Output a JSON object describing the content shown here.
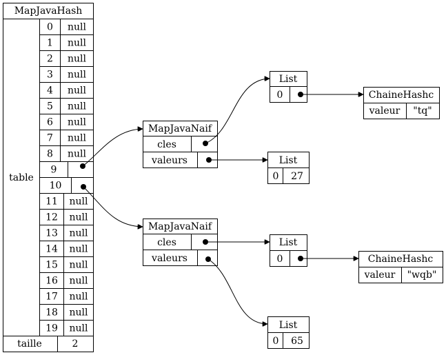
{
  "hashmap": {
    "title": "MapJavaHash",
    "table_label": "table",
    "size_label": "taille",
    "size_value": "2",
    "slots": [
      {
        "index": "0",
        "value": "null"
      },
      {
        "index": "1",
        "value": "null"
      },
      {
        "index": "2",
        "value": "null"
      },
      {
        "index": "3",
        "value": "null"
      },
      {
        "index": "4",
        "value": "null"
      },
      {
        "index": "5",
        "value": "null"
      },
      {
        "index": "6",
        "value": "null"
      },
      {
        "index": "7",
        "value": "null"
      },
      {
        "index": "8",
        "value": "null"
      },
      {
        "index": "9",
        "value": ""
      },
      {
        "index": "10",
        "value": ""
      },
      {
        "index": "11",
        "value": "null"
      },
      {
        "index": "12",
        "value": "null"
      },
      {
        "index": "13",
        "value": "null"
      },
      {
        "index": "14",
        "value": "null"
      },
      {
        "index": "15",
        "value": "null"
      },
      {
        "index": "16",
        "value": "null"
      },
      {
        "index": "17",
        "value": "null"
      },
      {
        "index": "18",
        "value": "null"
      },
      {
        "index": "19",
        "value": "null"
      }
    ]
  },
  "naive_maps": [
    {
      "title": "MapJavaNaif",
      "keys_label": "cles",
      "values_label": "valeurs"
    },
    {
      "title": "MapJavaNaif",
      "keys_label": "cles",
      "values_label": "valeurs"
    }
  ],
  "lists": [
    {
      "title": "List",
      "index": "0",
      "value": ""
    },
    {
      "title": "List",
      "index": "0",
      "value": "27"
    },
    {
      "title": "List",
      "index": "0",
      "value": ""
    },
    {
      "title": "List",
      "index": "0",
      "value": "65"
    }
  ],
  "strings": [
    {
      "title": "ChaineHashc",
      "field_label": "valeur",
      "value": "\"tq\""
    },
    {
      "title": "ChaineHashc",
      "field_label": "valeur",
      "value": "\"wqb\""
    }
  ]
}
